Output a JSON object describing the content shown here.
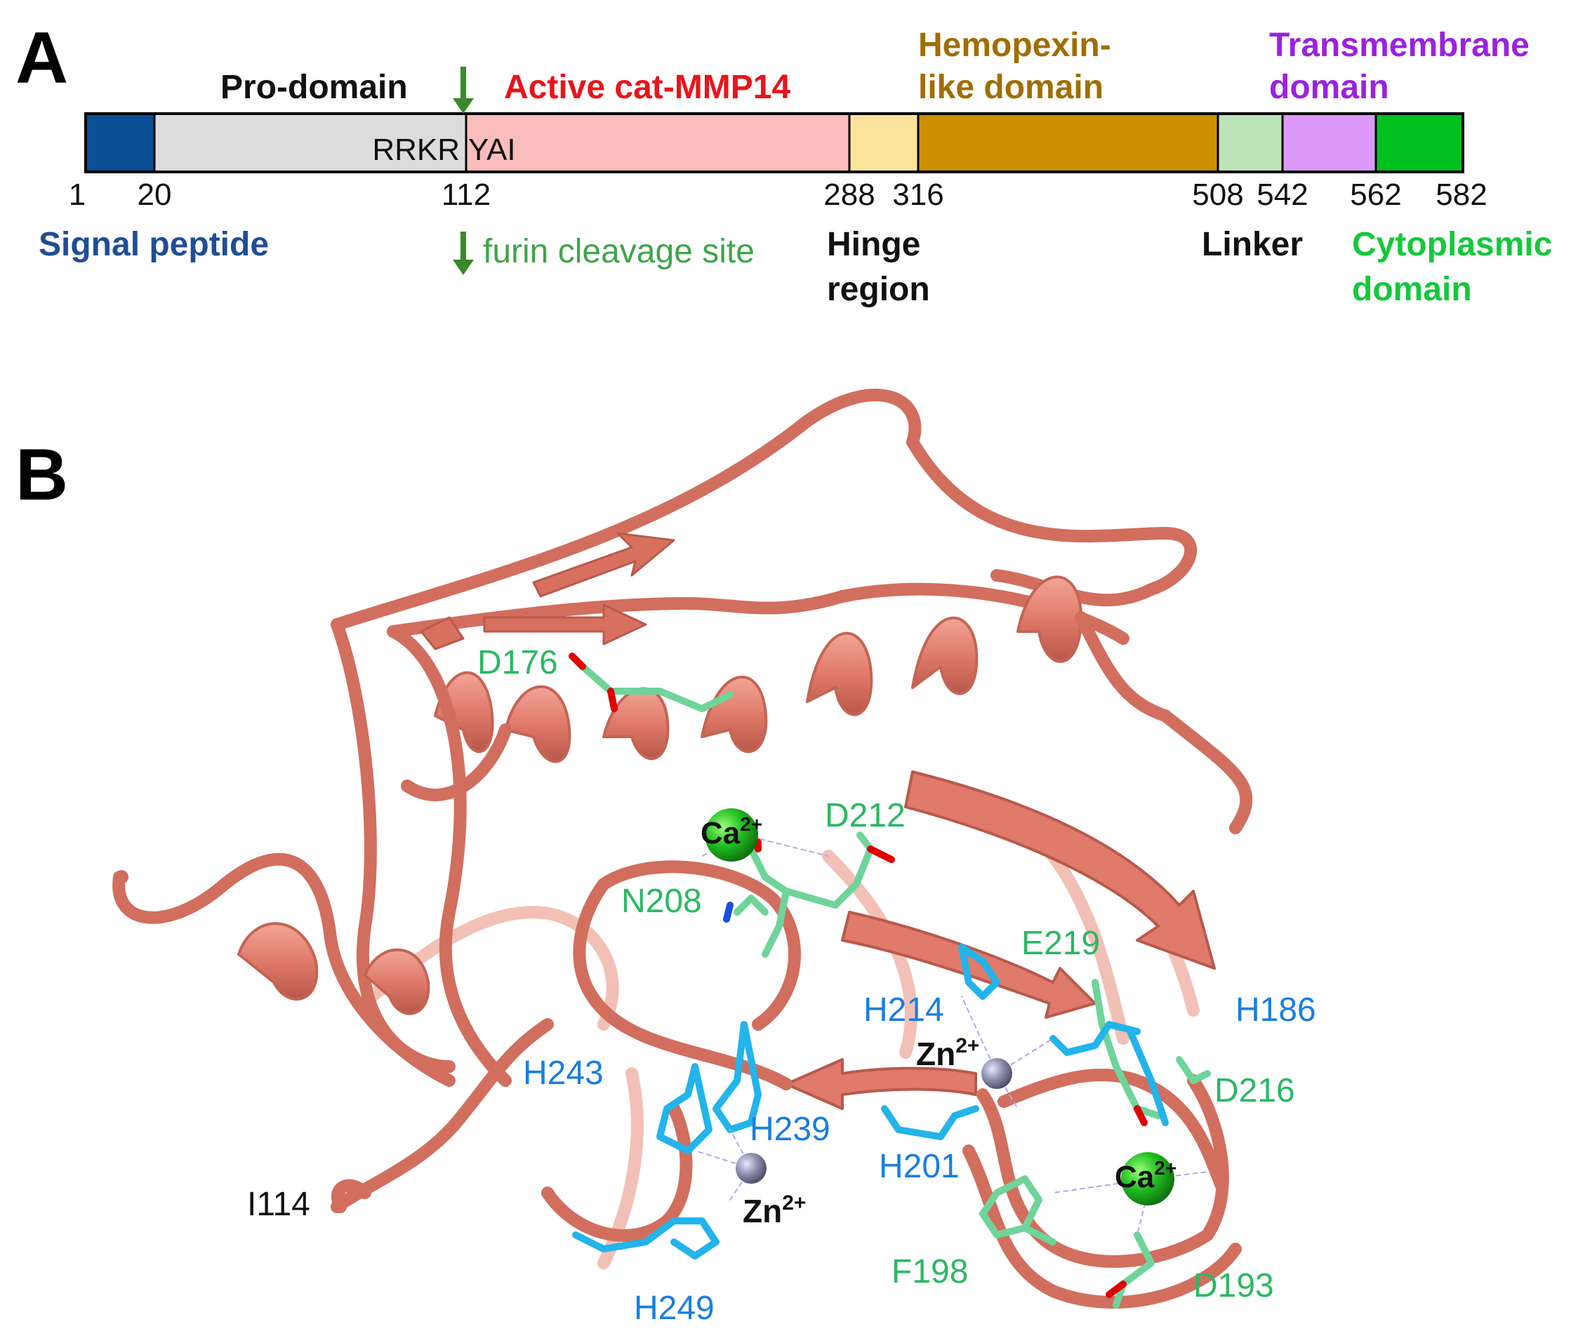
{
  "panel_a": {
    "letter": "A",
    "segments": [
      {
        "id": "signal",
        "start": 1,
        "end": 20,
        "color": "#0b4f96"
      },
      {
        "id": "pro",
        "start": 20,
        "end": 112,
        "color": "#dcdcdc"
      },
      {
        "id": "active",
        "start": 112,
        "end": 288,
        "color": "#fbbcbc"
      },
      {
        "id": "hinge",
        "start": 288,
        "end": 316,
        "color": "#fde49d"
      },
      {
        "id": "hemopexin",
        "start": 316,
        "end": 508,
        "color": "#cc8f00"
      },
      {
        "id": "linker",
        "start": 508,
        "end": 542,
        "color": "#bde3b8"
      },
      {
        "id": "transmembrane",
        "start": 542,
        "end": 562,
        "color": "#dc99f7"
      },
      {
        "id": "cytoplasmic",
        "start": 562,
        "end": 582,
        "color": "#00c020"
      }
    ],
    "positions": [
      "1",
      "20",
      "112",
      "288",
      "316",
      "508",
      "542",
      "562",
      "582"
    ],
    "labels": {
      "pro_domain": "Pro-domain",
      "active": "Active cat-MMP14",
      "hemopexin_1": "Hemopexin-",
      "hemopexin_2": "like domain",
      "transmembrane_1": "Transmembrane",
      "transmembrane_2": "domain",
      "signal": "Signal peptide",
      "furin": "furin cleavage site",
      "hinge_1": "Hinge",
      "hinge_2": "region",
      "linker": "Linker",
      "cyto_1": "Cytoplasmic",
      "cyto_2": "domain",
      "seq_left": "RRKR",
      "seq_right": "YAI"
    },
    "colors": {
      "signal_text": "#1f4e96",
      "active_text": "#e8141c",
      "hemopexin_text": "#a06e00",
      "transmembrane_text": "#9b22e0",
      "furin_text": "#3fa54a",
      "cyto_text": "#14c83c",
      "arrow": "#3a8a2a"
    }
  },
  "panel_b": {
    "letter": "B",
    "residues": {
      "d176": "D176",
      "d212": "D212",
      "n208": "N208",
      "e219": "E219",
      "h214": "H214",
      "h186": "H186",
      "h243": "H243",
      "d216": "D216",
      "h239": "H239",
      "h201": "H201",
      "i114": "I114",
      "f198": "F198",
      "d193": "D193",
      "h249": "H249"
    },
    "ions": {
      "ca_top": {
        "base": "Ca",
        "sup": "2+"
      },
      "ca_right": {
        "base": "Ca",
        "sup": "2+"
      },
      "zn_right": {
        "base": "Zn",
        "sup": "2+"
      },
      "zn_bottom": {
        "base": "Zn",
        "sup": "2+"
      }
    },
    "colors": {
      "ribbon": "#e07a6a",
      "ribbon_dark": "#b85a4c",
      "green_label": "#2cb863",
      "blue_label": "#1a7fe0",
      "black_label": "#111111",
      "stick_green": "#6fd49a",
      "stick_blue": "#22b4ea",
      "calcium": "#22c022",
      "zinc": "#8e90b0"
    }
  }
}
